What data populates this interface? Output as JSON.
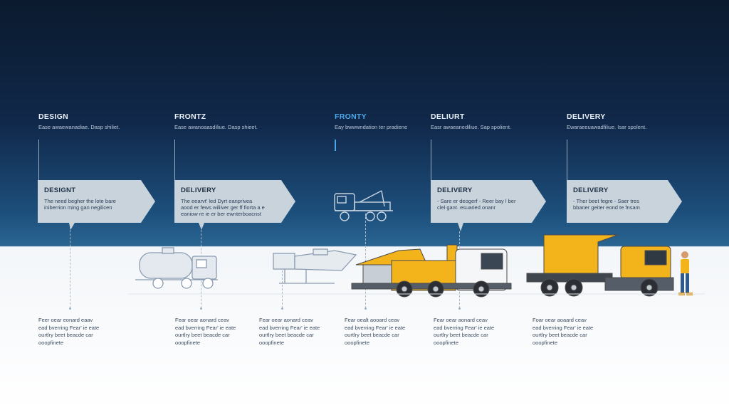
{
  "stages": [
    {
      "title": "DESIGN",
      "subtitle": "Ease awaewanadiae. Dasp shiliet.",
      "accent": false
    },
    {
      "title": "FRONTZ",
      "subtitle": "Ease awanoaasdiliue. Dasp shieet.",
      "accent": false
    },
    {
      "title": "FRONTY",
      "subtitle": "Eay bwwwndation ter pradiene",
      "accent": true
    },
    {
      "title": "DELIURT",
      "subtitle": "Easr awaeanediliue. Sap spolient.",
      "accent": false
    },
    {
      "title": "DELIVERY",
      "subtitle": "Ewaraeeuawadfiliue. Isar spolent.",
      "accent": false
    }
  ],
  "callouts": [
    {
      "title": "DESIGNT",
      "body": "The need begher the lote bare iniberrion ming gan negilicen"
    },
    {
      "title": "DELIVERY",
      "body": "The eearvt' led Dyrt eanprivea aood er fews wiliiver ger ff fiorta a e eaniow re ie er ber ewnterboacnst"
    },
    {
      "title": "DELIVERY",
      "body": "- Sare er deogerf - Reer bay l ber clel gant. esuaried onanr"
    },
    {
      "title": "DELIVERY",
      "body": "- Ther beet fegre - Saer tres bbaner geiter eond te fnsam"
    }
  ],
  "bottom_notes": [
    "Feer oear eonard eaav ead bverring Fear' ie eate ourtlry beet beacde car ooopfinete",
    "Fear oear aonard ceav ead bverring Fear' ie eate ourtlry beet beacde car ooopfinete",
    "Fear oear aonard ceav ead bverring Fear' ie eate ourtlry beet beacde car ooopfinete",
    "Fear oealt aooard ceav ead bverring Fear' ie eate ourtlry beet beacde car ooopfinete",
    "Fear oear aonard ceav ead bverring Fear' ie eate ourtlry beet beacde car ooopfinete",
    "Foar oear aoaard ceav ead bverring Fear' ie eate ourtlry beet beacde car ooopfinete"
  ],
  "colors": {
    "truck_yellow": "#f2b31b",
    "accent_blue": "#4aa8e8",
    "callout_fill": "#c9d3dc",
    "sketch_line": "#8a9bb0"
  }
}
